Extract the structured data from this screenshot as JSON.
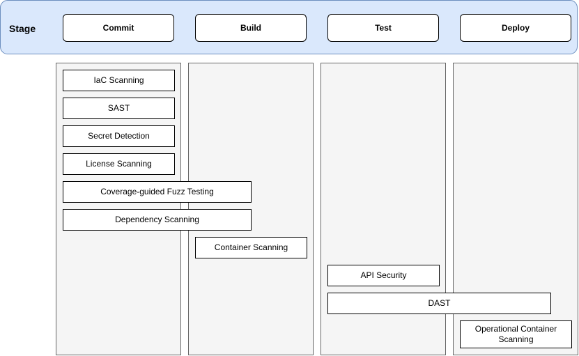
{
  "stage": {
    "label": "Stage",
    "stages": [
      "Commit",
      "Build",
      "Test",
      "Deploy"
    ]
  },
  "lanes": [
    "commit",
    "build",
    "test",
    "deploy"
  ],
  "tasks": {
    "iac_scanning": "IaC Scanning",
    "sast": "SAST",
    "secret_detection": "Secret Detection",
    "license_scanning": "License Scanning",
    "fuzz_testing": "Coverage-guided Fuzz Testing",
    "dependency_scanning": "Dependency Scanning",
    "container_scanning": "Container Scanning",
    "api_security": "API Security",
    "dast": "DAST",
    "operational_container_scanning": "Operational Container Scanning"
  },
  "colors": {
    "stage_bar_fill": "#dae8fc",
    "stage_bar_border": "#6c8ebf",
    "lane_fill": "#f5f5f5",
    "lane_border": "#666666"
  }
}
